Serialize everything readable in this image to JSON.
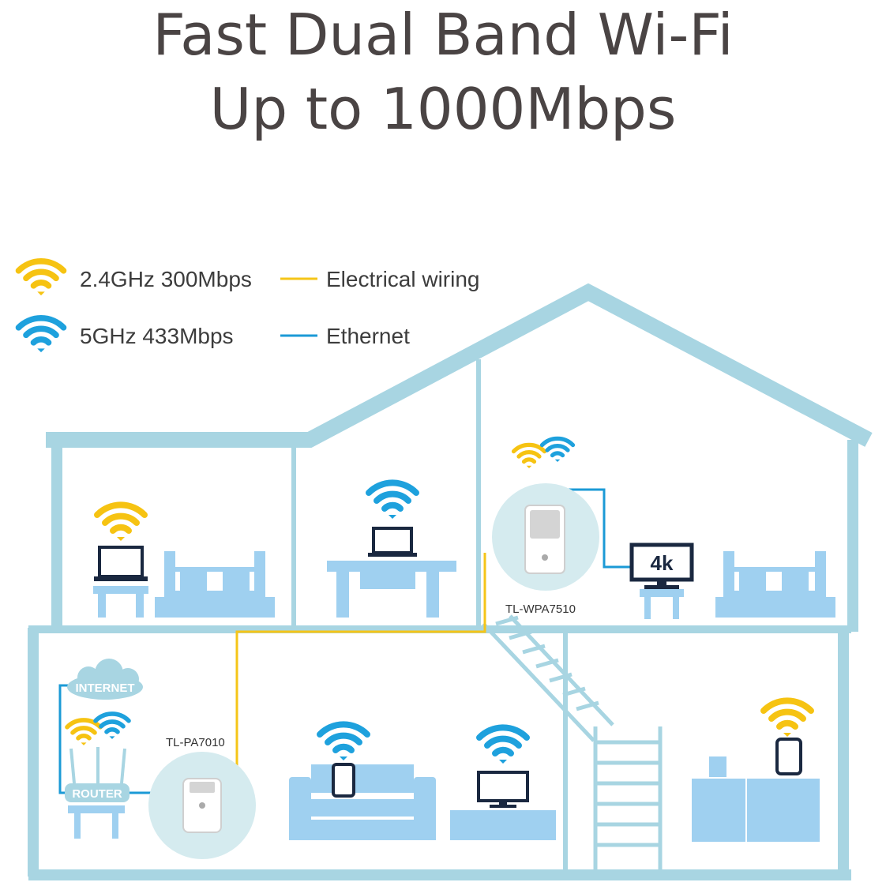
{
  "title": {
    "line1": "Fast Dual Band Wi-Fi",
    "line2": "Up to 1000Mbps"
  },
  "legend": {
    "band_24": "2.4GHz 300Mbps",
    "band_5": "5GHz 433Mbps",
    "electrical": "Electrical wiring",
    "ethernet": "Ethernet"
  },
  "labels": {
    "extender_model": "TL-WPA7510",
    "adapter_model": "TL-PA7010",
    "internet": "INTERNET",
    "router": "ROUTER",
    "tv_badge": "4k"
  },
  "colors": {
    "house": "#a8d5e2",
    "furniture": "#9fd0f0",
    "wifi_24": "#f6c312",
    "wifi_5": "#1ea1dd",
    "electrical": "#f5c518",
    "ethernet": "#1b9ad6",
    "text": "#4a4444"
  }
}
